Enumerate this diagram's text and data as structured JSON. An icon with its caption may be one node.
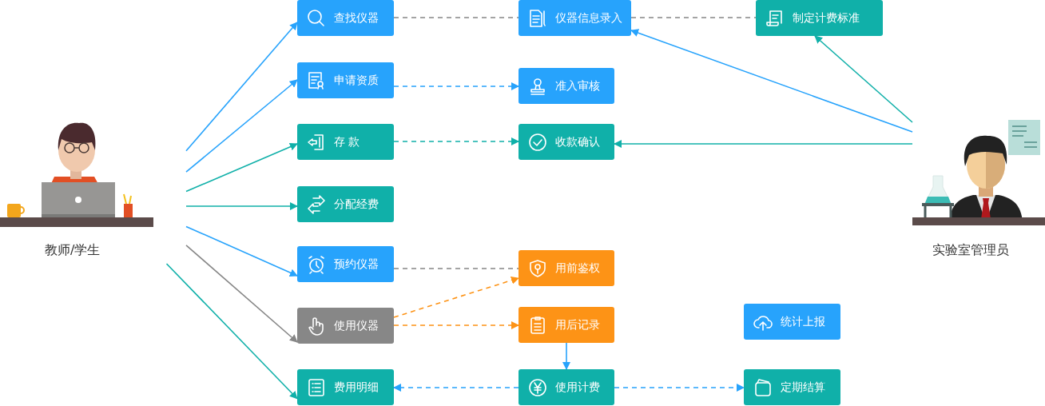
{
  "diagram": {
    "nodes": [
      {
        "text": [
          "教师/学生"
        ]
      },
      {
        "text": [
          "实验室管理员"
        ]
      },
      {
        "text": [
          "查找仪器"
        ]
      },
      {
        "text": [
          "仪器信息录入"
        ]
      },
      {
        "text": [
          "制定计费标准"
        ]
      },
      {
        "text": [
          "申请资质"
        ]
      },
      {
        "text": [
          "准入审核"
        ]
      },
      {
        "text": [
          "存 款"
        ]
      },
      {
        "text": [
          "收款确认"
        ]
      },
      {
        "text": [
          "分配经费"
        ]
      },
      {
        "text": [
          "预约仪器"
        ]
      },
      {
        "text": [
          "用前鉴权"
        ]
      },
      {
        "text": [
          "使用仪器"
        ]
      },
      {
        "text": [
          "用后记录"
        ]
      },
      {
        "text": [
          "统计上报"
        ]
      },
      {
        "text": [
          "费用明细"
        ]
      },
      {
        "text": [
          "使用计费"
        ]
      },
      {
        "text": [
          "定期结算"
        ]
      }
    ],
    "edges": [
      {
        "from": 0,
        "to": 2,
        "arrow": "to"
      },
      {
        "from": 0,
        "to": 5,
        "arrow": "to"
      },
      {
        "from": 0,
        "to": 7,
        "arrow": "to",
        "color": "#10b0a9"
      },
      {
        "from": 0,
        "to": 9,
        "arrow": "to",
        "color": "#10b0a9"
      },
      {
        "from": 0,
        "to": 10,
        "arrow": "to"
      },
      {
        "from": 0,
        "to": 12,
        "arrow": "to",
        "color": "#878787"
      },
      {
        "from": 0,
        "to": 15,
        "arrow": "to",
        "color": "#10b0a9"
      },
      {
        "from": 2,
        "to": 3,
        "arrow": "none",
        "style": "dashed",
        "color": "#878787"
      },
      {
        "from": 3,
        "to": 4,
        "arrow": "none",
        "style": "dashed",
        "color": "#878787"
      },
      {
        "from": 1,
        "to": 3,
        "arrow": "to"
      },
      {
        "from": 1,
        "to": 4,
        "arrow": "to",
        "color": "#10b0a9"
      },
      {
        "from": 1,
        "to": 8,
        "arrow": "to",
        "color": "#10b0a9"
      },
      {
        "from": 5,
        "to": 6,
        "arrow": "to",
        "style": "dashed"
      },
      {
        "from": 7,
        "to": 8,
        "arrow": "to",
        "style": "dashed",
        "color": "#10b0a9"
      },
      {
        "from": 10,
        "to": 11,
        "arrow": "none",
        "style": "dashed",
        "color": "#878787"
      },
      {
        "from": 12,
        "to": 11,
        "arrow": "to",
        "style": "dashed",
        "color": "#fd9316"
      },
      {
        "from": 12,
        "to": 13,
        "arrow": "to",
        "style": "dashed",
        "color": "#fd9316"
      },
      {
        "from": 13,
        "to": 16,
        "arrow": "to"
      },
      {
        "from": 16,
        "to": 15,
        "arrow": "to",
        "style": "dashed"
      },
      {
        "from": 16,
        "to": 17,
        "arrow": "to",
        "style": "dashed"
      }
    ]
  }
}
